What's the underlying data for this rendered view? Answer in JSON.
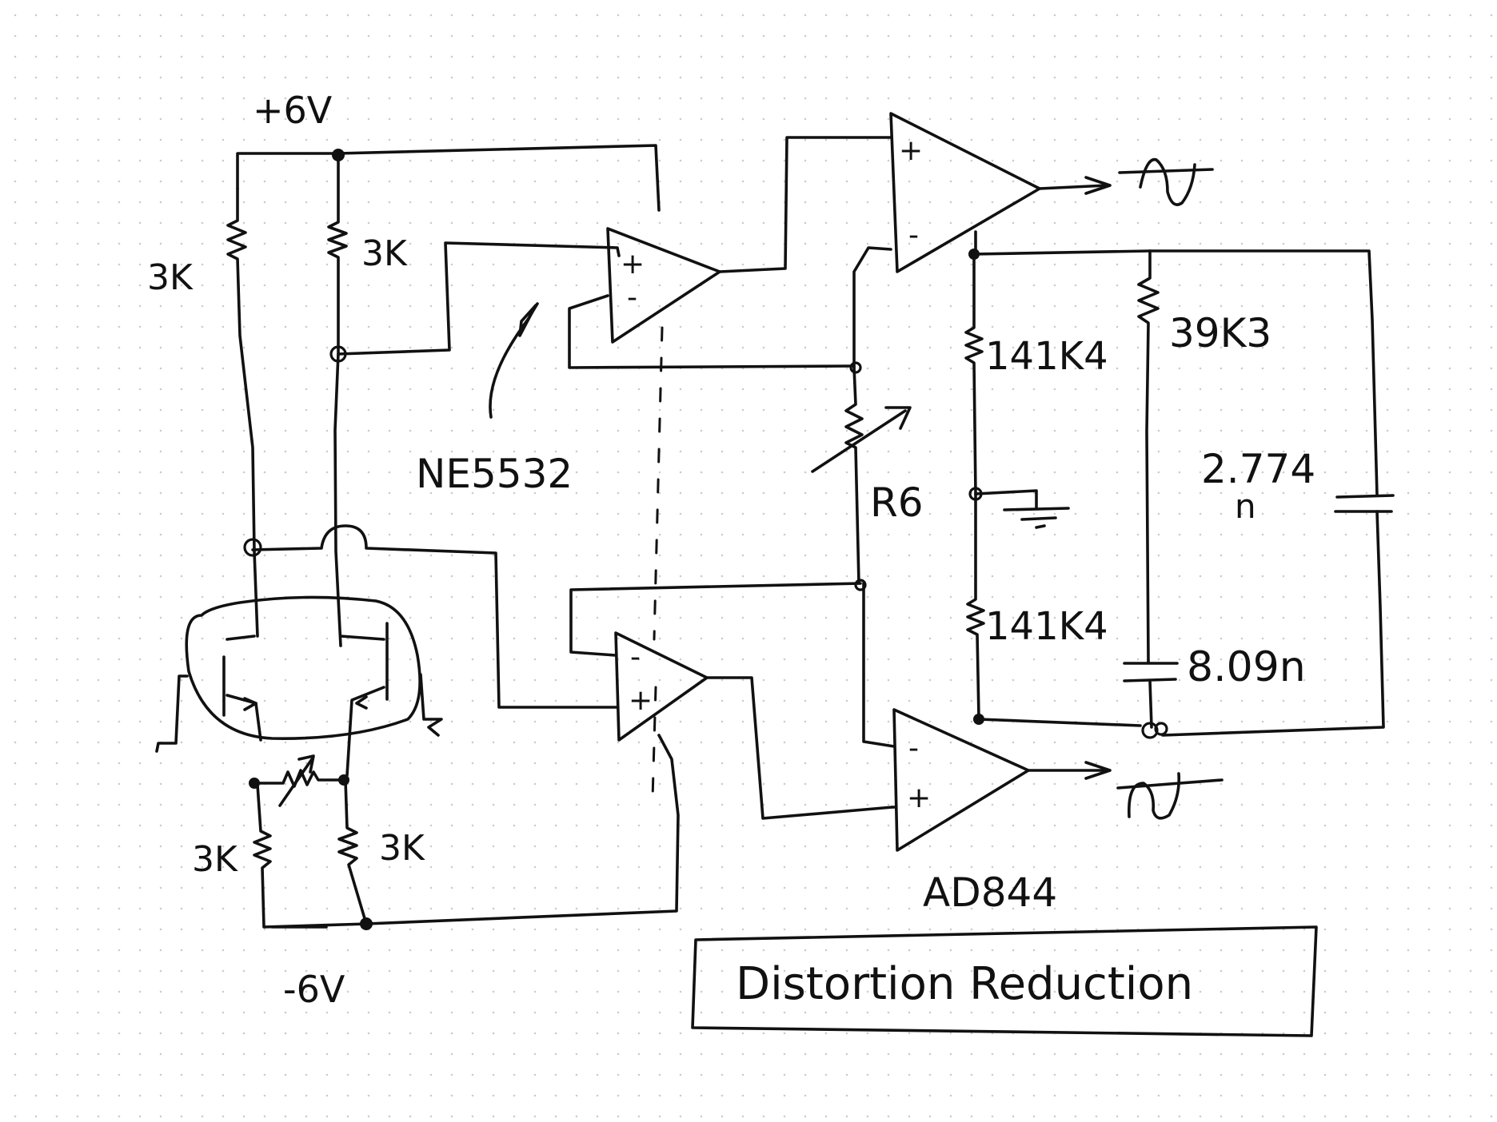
{
  "labels": {
    "supply_pos": "+6V",
    "supply_neg": "-6V",
    "r_top_left": "3K",
    "r_top_right": "3K",
    "r_bottom_left": "3K",
    "r_bottom_right": "3K",
    "opamp_driver": "NE5532",
    "opamp_output": "AD844",
    "r_gain": "R6",
    "r_fb_upper": "141K4",
    "r_fb_lower": "141K4",
    "r_filter": "39K3",
    "cap_filter_a_value": "2.774",
    "cap_filter_a_unit": "n",
    "cap_filter_b": "8.09n",
    "opamp_plus": "+",
    "opamp_minus": "-"
  },
  "title": "Distortion Reduction",
  "colors": {
    "ink": "#111111",
    "paper": "#ffffff",
    "grid_dots": "#c9ccd6"
  },
  "icons": [
    "opamp-symbol",
    "resistor-symbol",
    "capacitor-symbol",
    "ground-symbol",
    "sine-wave-icon",
    "arrow-icon",
    "transistor-symbol"
  ]
}
